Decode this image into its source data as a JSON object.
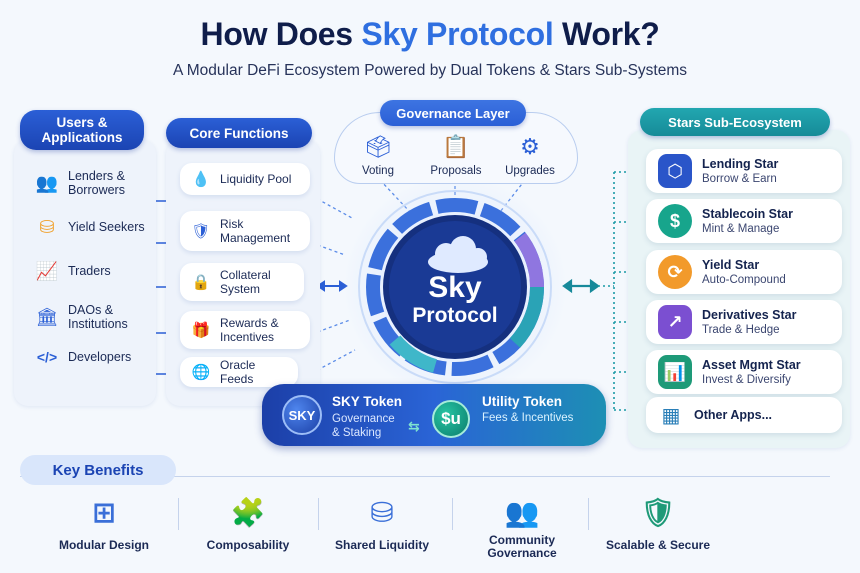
{
  "header": {
    "title_pre": "How Does ",
    "title_highlight": "Sky Protocol",
    "title_post": " Work?",
    "subtitle": "A Modular DeFi Ecosystem Powered by Dual Tokens & Stars Sub-Systems"
  },
  "users": {
    "heading": "Users & Applications",
    "items": [
      {
        "label": "Lenders & Borrowers",
        "icon": "people-icon"
      },
      {
        "label": "Yield Seekers",
        "icon": "coins-icon"
      },
      {
        "label": "Traders",
        "icon": "chart-icon"
      },
      {
        "label": "DAOs & Institutions",
        "icon": "institution-icon"
      },
      {
        "label": "Developers",
        "icon": "code-icon"
      }
    ]
  },
  "core": {
    "heading": "Core Functions",
    "items": [
      {
        "label": "Liquidity Pool",
        "icon": "droplet-icon"
      },
      {
        "label": "Risk Management",
        "icon": "shield-icon"
      },
      {
        "label": "Collateral System",
        "icon": "lock-icon"
      },
      {
        "label": "Rewards & Incentives",
        "icon": "gift-icon"
      },
      {
        "label": "Oracle Feeds",
        "icon": "globe-icon"
      }
    ]
  },
  "governance": {
    "heading": "Governance Layer",
    "items": [
      {
        "label": "Voting",
        "icon": "ballot-icon"
      },
      {
        "label": "Proposals",
        "icon": "document-icon"
      },
      {
        "label": "Upgrades",
        "icon": "gear-icon"
      }
    ]
  },
  "center": {
    "line1": "Sky",
    "line2": "Protocol"
  },
  "tokens": {
    "sky_coin": "SKY",
    "sky_title": "SKY Token",
    "sky_desc": "Governance & Staking",
    "util_coin": "$u",
    "util_title": "Utility Token",
    "util_desc": "Fees & Incentives"
  },
  "stars": {
    "heading": "Stars Sub-Ecosystem",
    "items": [
      {
        "name": "Lending Star",
        "desc": "Borrow & Earn",
        "icon": "cube-icon",
        "color": "#2a55c9"
      },
      {
        "name": "Stablecoin Star",
        "desc": "Mint & Manage",
        "icon": "dollar-icon",
        "color": "#17a58c"
      },
      {
        "name": "Yield Star",
        "desc": "Auto-Compound",
        "icon": "cycle-icon",
        "color": "#f29a2b"
      },
      {
        "name": "Derivatives Star",
        "desc": "Trade & Hedge",
        "icon": "trend-icon",
        "color": "#7b4fd1"
      },
      {
        "name": "Asset Mgmt Star",
        "desc": "Invest & Diversify",
        "icon": "growth-icon",
        "color": "#1e9a78"
      },
      {
        "name": "Other Apps...",
        "desc": "",
        "icon": "grid-icon",
        "color": "#2a7fb8"
      }
    ]
  },
  "benefits": {
    "heading": "Key Benefits",
    "items": [
      {
        "label": "Modular Design",
        "icon": "modules-icon"
      },
      {
        "label": "Composability",
        "icon": "puzzle-icon"
      },
      {
        "label": "Shared Liquidity",
        "icon": "stack-icon"
      },
      {
        "label": "Community Governance",
        "icon": "community-icon"
      },
      {
        "label": "Scalable & Secure",
        "icon": "secure-shield-icon"
      }
    ]
  }
}
